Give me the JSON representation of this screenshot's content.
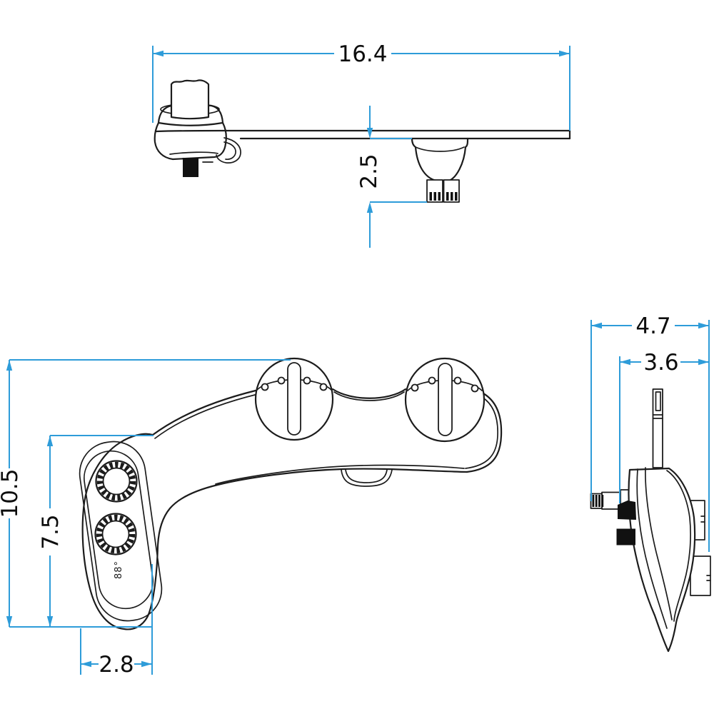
{
  "drawing": {
    "title": "bidet-attachment-dimension-drawing",
    "colors": {
      "line": "#1c1c1c",
      "dimension": "#2e9cd9",
      "background": "#ffffff"
    },
    "dims": {
      "overall_width": "16.4",
      "nozzle_drop": "2.5",
      "overall_height": "10.5",
      "panel_height": "7.5",
      "panel_width": "2.8",
      "overall_depth": "4.7",
      "body_depth": "3.6"
    },
    "logo": "88°"
  }
}
